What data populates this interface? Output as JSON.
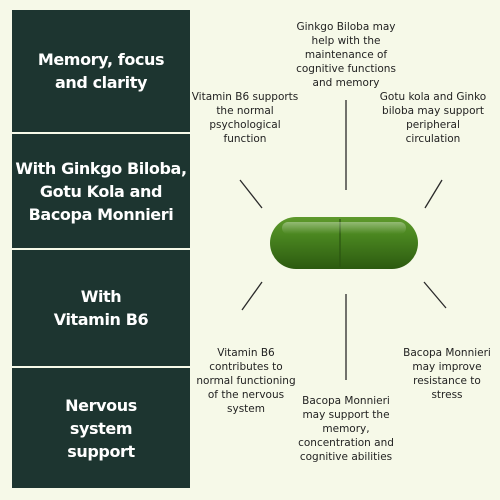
{
  "sidebar": {
    "panels": [
      {
        "label": "Memory, focus and clarity"
      },
      {
        "label": "With Ginkgo Biloba, Gotu Kola and Bacopa Monnieri"
      },
      {
        "label": "With Vitamin B6"
      },
      {
        "label": "Nervous system support"
      }
    ]
  },
  "callouts": {
    "ginkgo_top": "Ginkgo Biloba may help with the maintenance of cognitive functions and memory",
    "b6_top": "Vitamin B6 supports the normal psychological function",
    "gotu_top": "Gotu kola and Ginko biloba may support peripheral circulation",
    "b6_bottom": "Vitamin B6 contributes to normal functioning of the nervous system",
    "bacopa_bottom": "Bacopa Monnieri may support the memory, concentration and cognitive abilities",
    "bacopa_stress": "Bacopa Monnieri may improve resistance to stress"
  },
  "colors": {
    "sidebar_bg": "#1d3530",
    "page_bg": "#f6f9e8",
    "capsule_green": "#3f7a1c"
  }
}
